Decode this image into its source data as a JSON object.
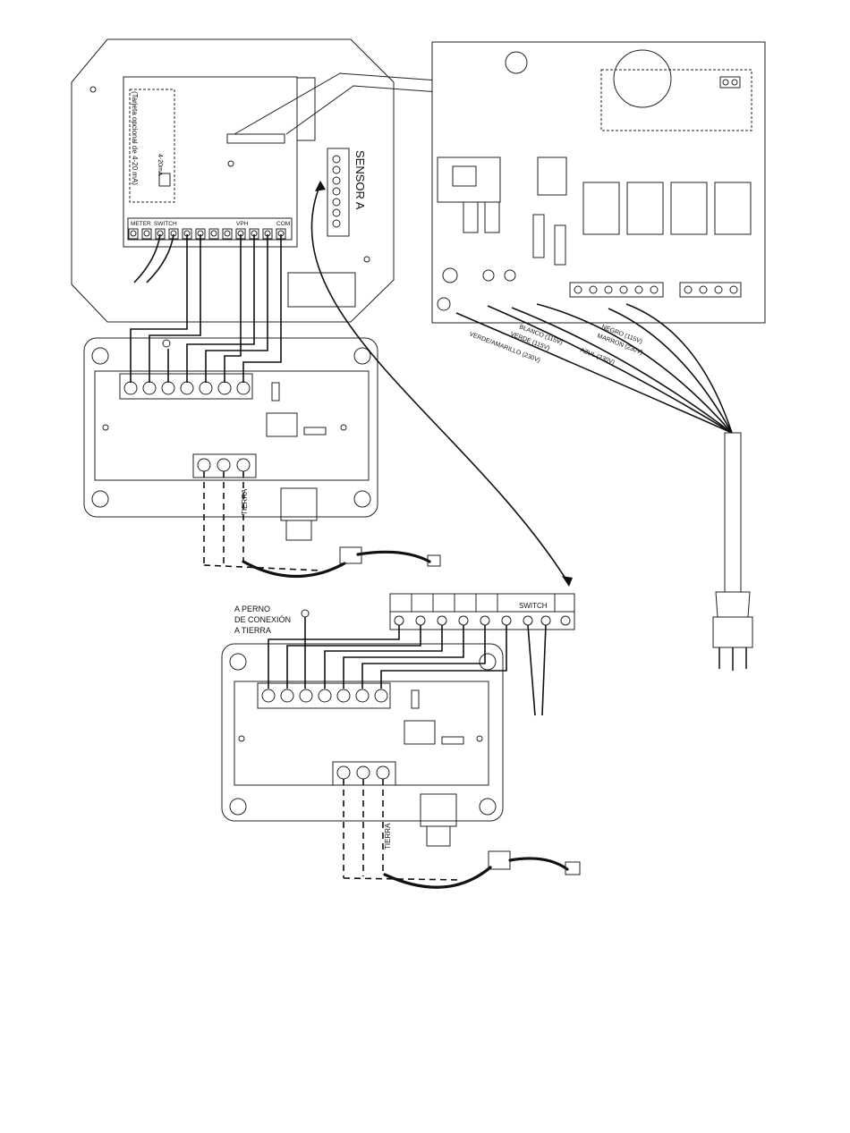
{
  "board_left": {
    "option_card_label": "(Tarjeta opcional de 4-20 mA)",
    "option_card_output": "4-20mA",
    "terminal_labels": {
      "meter": "METER",
      "switch": "SWITCH",
      "vph": "VPH",
      "com": "COM"
    }
  },
  "sensor_label": "SENSOR A",
  "power_wires": {
    "negro": "NEGRO (115V)",
    "marron": "MARRON (230V)",
    "blanco": "BLANCO (115V)",
    "azul": "AZUL (230V)",
    "verde": "VERDE (115V)",
    "verde_amarillo": "VERDE/AMARILLO (230V)"
  },
  "ground_label_top": "TIERRA",
  "ground_label_bottom": "TIERRA",
  "lower_strip_switch": "SWITCH",
  "ground_bolt_note": {
    "line1": "A PERNO",
    "line2": "DE CONEXIÓN",
    "line3": "A TIERRA"
  }
}
